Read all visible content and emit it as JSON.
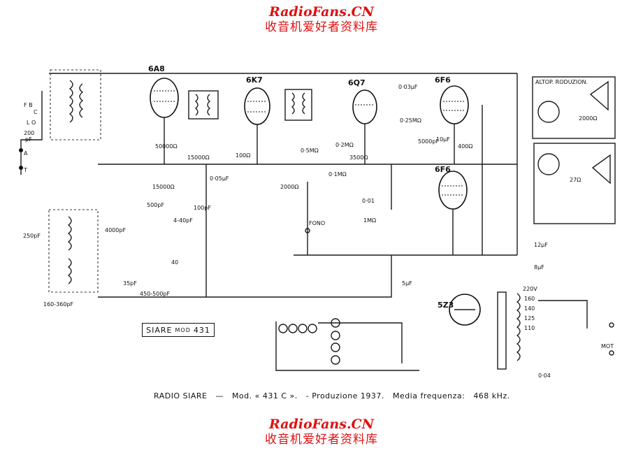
{
  "banner": {
    "site_name": "RadioFans.CN",
    "subtitle": "收音机爱好者资料库"
  },
  "model_box": {
    "brand": "SIARE",
    "mod_word": "MOD",
    "number": "431"
  },
  "caption": {
    "maker": "RADIO SIARE",
    "dash": "—",
    "model": "Mod. « 431 C ».",
    "production": "- Produzione 1937.",
    "if_label": "Media frequenza:",
    "if_value": "468 kHz."
  },
  "tubes": [
    "6A8",
    "6K7",
    "6Q7",
    "6F6",
    "6F6",
    "5Z3"
  ],
  "labels": {
    "fb": "F B",
    "c": "C",
    "lo": "L O",
    "a": "A",
    "t": "T",
    "c200": "200",
    "pf": "pF",
    "r50000": "50000Ω",
    "r15000a": "15000Ω",
    "r15000b": "15000Ω",
    "r100": "100Ω",
    "r2000": "2000Ω",
    "c005": "0·05μF",
    "c001": "0·01",
    "c500pf": "500pF",
    "c100pf": "100pF",
    "c250": "250pF",
    "c4000": "4000pF",
    "c5000": "5000pF",
    "c10": "10μF",
    "c8": "8μF",
    "c12": "12μF",
    "c004": "0·04",
    "c003": "0·03μF",
    "c025": "0·25MΩ",
    "r05": "0·5MΩ",
    "r02": "0·2MΩ",
    "r01": "0·1MΩ",
    "r1": "1MΩ",
    "r3500": "3500Ω",
    "r400": "400Ω",
    "fono": "FONO",
    "mot": "MOT",
    "v160": "160",
    "v140": "140",
    "v125": "125",
    "v110": "110",
    "v220": "220V",
    "altop": "ALTOP. RODUZION.",
    "r2000b": "2000Ω",
    "c27": "27Ω",
    "c5": "5μF",
    "r450": "450-500pF",
    "r160": "160-360pF",
    "c35": "35pF",
    "c40": "4-40pF",
    "c4": "40"
  }
}
